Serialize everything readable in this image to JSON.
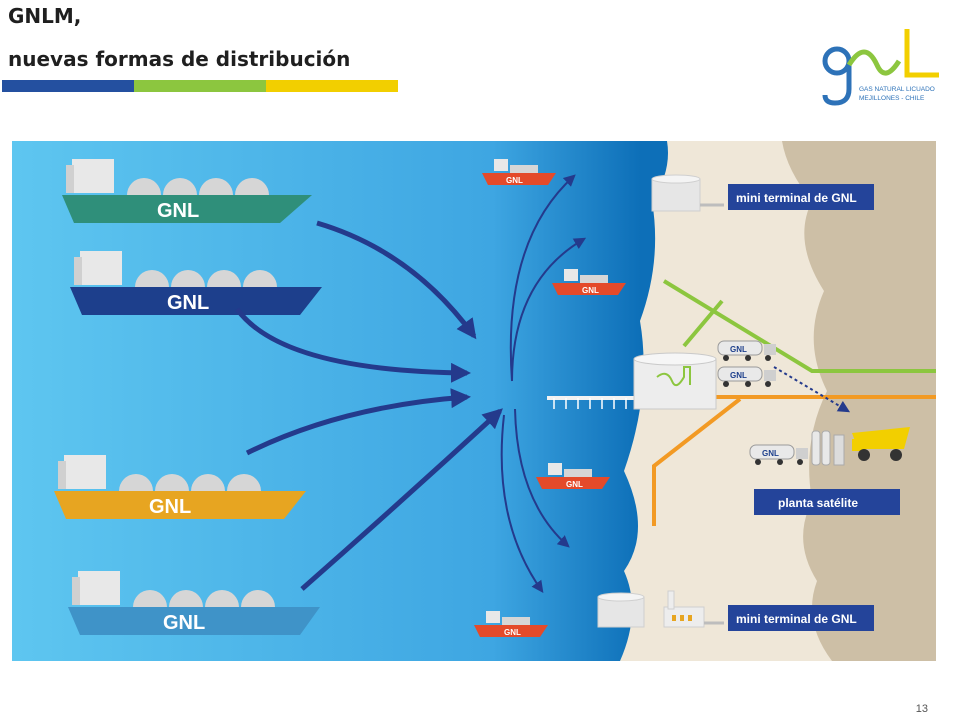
{
  "header": {
    "title_line1": "GNLM,",
    "title_line2": "nuevas formas de distribución"
  },
  "logo": {
    "mark": "gnl",
    "tagline_line1": "GAS NATURAL LICUADO",
    "tagline_line2": "MEJILLONES - CHILE"
  },
  "diagram": {
    "ships": [
      {
        "label": "GNL",
        "color": "#2f8f7a"
      },
      {
        "label": "GNL",
        "color": "#1d3f8c"
      },
      {
        "label": "GNL",
        "color": "#e7a521"
      },
      {
        "label": "GNL",
        "color": "#3f93c8"
      }
    ],
    "small_ships": [
      {
        "label": "GNL"
      },
      {
        "label": "GNL"
      },
      {
        "label": "GNL"
      },
      {
        "label": "GNL"
      }
    ],
    "trucks": [
      {
        "label": "GNL"
      },
      {
        "label": "GNL"
      },
      {
        "label": "GNL"
      }
    ],
    "boxes": {
      "mini_terminal_top": "mini terminal de GNL",
      "planta_satelite": "planta satélite",
      "mini_terminal_bottom": "mini terminal de GNL"
    },
    "colors": {
      "sea_light": "#5bc3ee",
      "sea_deep": "#0d6fb8",
      "land": "#efe7d8",
      "mountain": "#cdbfa6",
      "arrow": "#243a8c",
      "pipeline_green": "#8cc63f",
      "pipeline_orange": "#f29a24",
      "box": "#24449a"
    }
  },
  "footer": {
    "page_number": "13"
  }
}
